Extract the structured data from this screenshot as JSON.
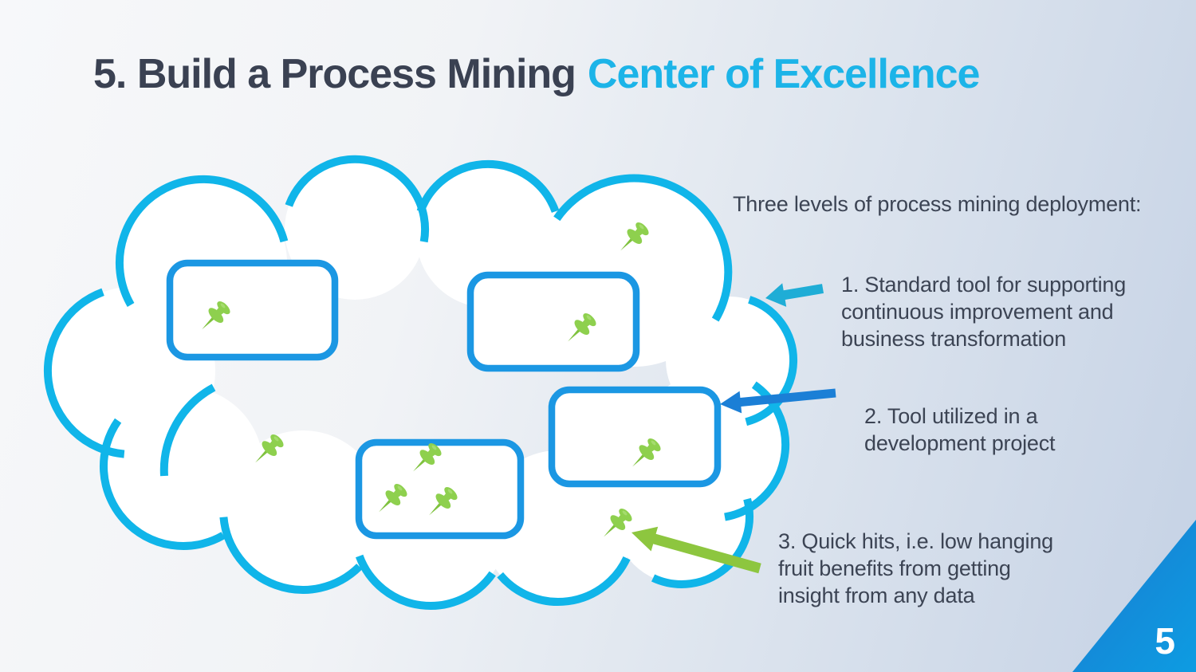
{
  "slide": {
    "title_dark": "5. Build a Process Mining",
    "title_accent": "Center of Excellence",
    "page_number": "5"
  },
  "callouts": {
    "heading": "Three levels of process mining deployment:",
    "items": [
      {
        "text": "1. Standard tool for supporting\ncontinuous improvement and\nbusiness transformation"
      },
      {
        "text": "2. Tool utilized in a\ndevelopment project"
      },
      {
        "text": "3. Quick hits, i.e. low hanging\nfruit benefits from getting\ninsight from any data"
      }
    ]
  },
  "icons": {
    "pushpin": "pushpin-icon"
  },
  "colors": {
    "title_dark": "#3a4152",
    "title_accent": "#1cb4e8",
    "cloud_stroke": "#10b5e9",
    "box_stroke": "#1b97e3",
    "pin_green": "#8ed04e",
    "arrow_level1": "#1fadd6",
    "arrow_level2": "#1b7fd6",
    "arrow_level3": "#8dc63f",
    "corner_triangle_from": "#1a7bd0",
    "corner_triangle_to": "#0d9ce2",
    "text_body": "#3c4454"
  }
}
